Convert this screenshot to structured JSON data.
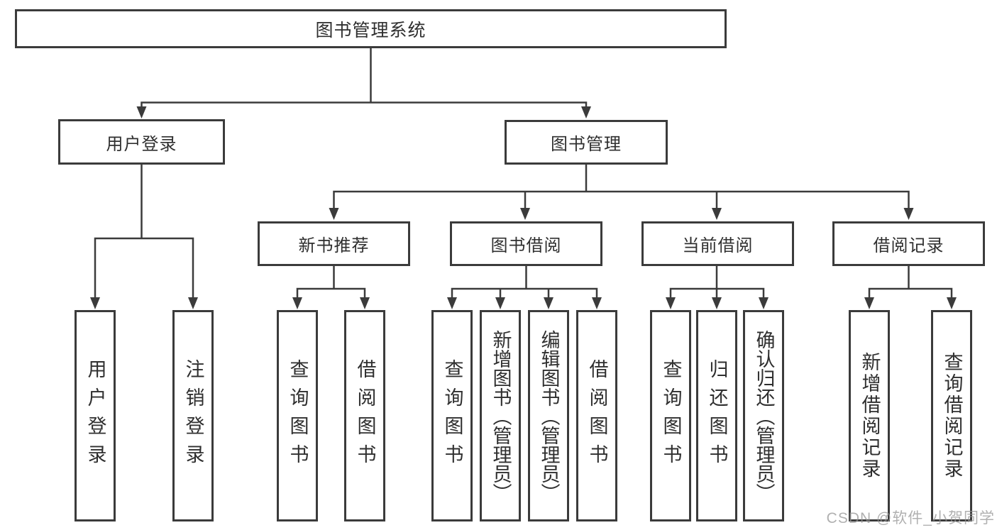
{
  "diagram": {
    "type": "hierarchy-tree",
    "line_color": "#3b3b3b",
    "box_border_color": "#3b3b3b",
    "text_color": "#2f2f2f",
    "background_color": "#ffffff",
    "tree": {
      "label": "图书管理系统",
      "children": [
        {
          "label": "用户登录",
          "children": [
            {
              "label": "用户登录"
            },
            {
              "label": "注销登录"
            }
          ]
        },
        {
          "label": "图书管理",
          "children": [
            {
              "label": "新书推荐",
              "children": [
                {
                  "label": "查询图书"
                },
                {
                  "label": "借阅图书"
                }
              ]
            },
            {
              "label": "图书借阅",
              "children": [
                {
                  "label": "查询图书"
                },
                {
                  "label": "新增图书（管理员）"
                },
                {
                  "label": "编辑图书（管理员）"
                },
                {
                  "label": "借阅图书"
                }
              ]
            },
            {
              "label": "当前借阅",
              "children": [
                {
                  "label": "查询图书"
                },
                {
                  "label": "归还图书"
                },
                {
                  "label": "确认归还（管理员）"
                }
              ]
            },
            {
              "label": "借阅记录",
              "children": [
                {
                  "label": "新增借阅记录"
                },
                {
                  "label": "查询借阅记录"
                }
              ]
            }
          ]
        }
      ]
    }
  },
  "watermark": {
    "text": "CSDN @软件_小贺同学",
    "color": "#b5b5b5"
  }
}
